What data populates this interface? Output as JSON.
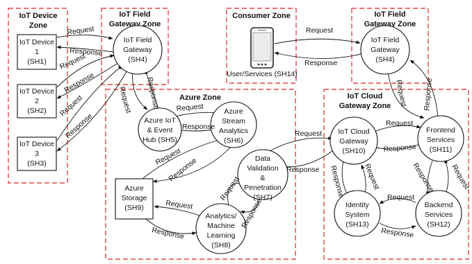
{
  "zones": {
    "device": [
      "IoT Device",
      "Zone"
    ],
    "field1": [
      "IoT Field",
      "Gateway Zone"
    ],
    "consumer": [
      "Consumer Zone"
    ],
    "field2": [
      "IoT Field",
      "Gateway Zone"
    ],
    "azure": [
      "Azure Zone"
    ],
    "cloud": [
      "IoT Cloud",
      "Gateway Zone"
    ]
  },
  "nodes": {
    "sh1": [
      "IoT Device",
      "1",
      "(SH1)"
    ],
    "sh2": [
      "IoT Device",
      "2",
      "(SH2)"
    ],
    "sh3": [
      "IoT Device",
      "3",
      "(SH3)"
    ],
    "sh4a": [
      "IoT Field",
      "Gateway",
      "(SH4)"
    ],
    "sh14": [
      "User/Services (SH14)"
    ],
    "sh4b": [
      "IoT Field",
      "Gateway",
      "(SH4)"
    ],
    "sh5": [
      "Azure IoT",
      "& Event",
      "Hub (SH5)"
    ],
    "sh6": [
      "Azure",
      "Stream",
      "Analytics",
      "(SH6)"
    ],
    "sh9": [
      "Azure",
      "Storage",
      "(SH9)"
    ],
    "sh7": [
      "Data",
      "Validation",
      "&",
      "Penetration",
      "(SH7)"
    ],
    "sh8": [
      "Analytics/",
      "Machine",
      "Learning",
      "(SH8)"
    ],
    "sh10": [
      "IoT Cloud",
      "Gateway",
      "(SH10)"
    ],
    "sh11": [
      "Frontend",
      "Services",
      "(SH11)"
    ],
    "sh12": [
      "Backend",
      "Services",
      "(SH12)"
    ],
    "sh13": [
      "Identity",
      "System",
      "(SH13)"
    ]
  },
  "edge_labels": {
    "request": "Request",
    "response": "Response"
  },
  "colors": {
    "zone_border": "#e0474c",
    "line": "#111111"
  },
  "icons": {
    "consumer": "smartphone-icon"
  }
}
